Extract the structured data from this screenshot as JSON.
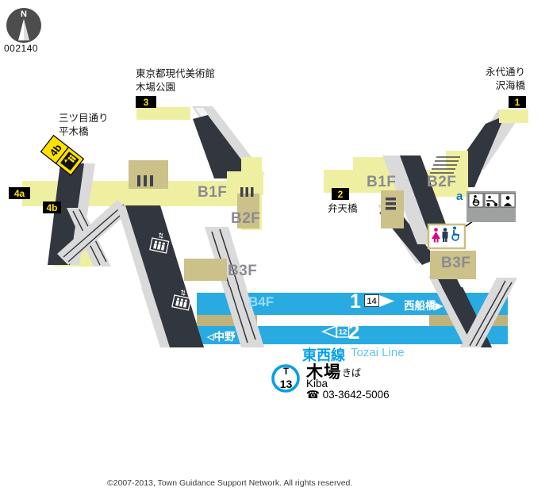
{
  "compass": {
    "north_label": "N",
    "id": "002140"
  },
  "exits": {
    "exit1": {
      "number": "1",
      "destinations": [
        "永代通り",
        "沢海橋"
      ]
    },
    "exit2": {
      "number": "2",
      "destination": "弁天橋"
    },
    "exit3": {
      "number": "3",
      "destinations": [
        "東京都現代美術館",
        "木場公園"
      ]
    },
    "exit4a": {
      "number": "4a"
    },
    "exit4b": {
      "number": "4b",
      "destinations": [
        "三ツ目通り",
        "平木橋"
      ],
      "badge": "4b"
    }
  },
  "floors": {
    "b1f": "B1F",
    "b2f": "B2F",
    "b3f": "B3F",
    "b4f": "B4F"
  },
  "platform": {
    "track1": {
      "number": "1",
      "car_count": "14",
      "direction": "西船橋",
      "arrow": "▶"
    },
    "track2": {
      "number": "2",
      "car_count": "12",
      "direction": "中野",
      "arrow": "◁"
    }
  },
  "line": {
    "name_ja": "東西線",
    "name_en": "Tozai Line"
  },
  "station": {
    "symbol_letter": "T",
    "symbol_number": "13",
    "name_ja": "木場",
    "name_kana": "きば",
    "name_en": "Kiba",
    "phone_icon": "☎",
    "phone": "03-3642-5006"
  },
  "facility": {
    "accessible_label": "a"
  },
  "footer": {
    "copyright": "©2007-2013, Town Guidance Support Network. All rights reserved."
  },
  "colors": {
    "line_blue": "#00A0E9",
    "platform_blue": "#29ABE2",
    "exit_yellow": "#FFE100",
    "corridor_yellow": "#EFEFA2",
    "gate_tan": "#CBC189",
    "ramp_dark": "#32363E"
  }
}
